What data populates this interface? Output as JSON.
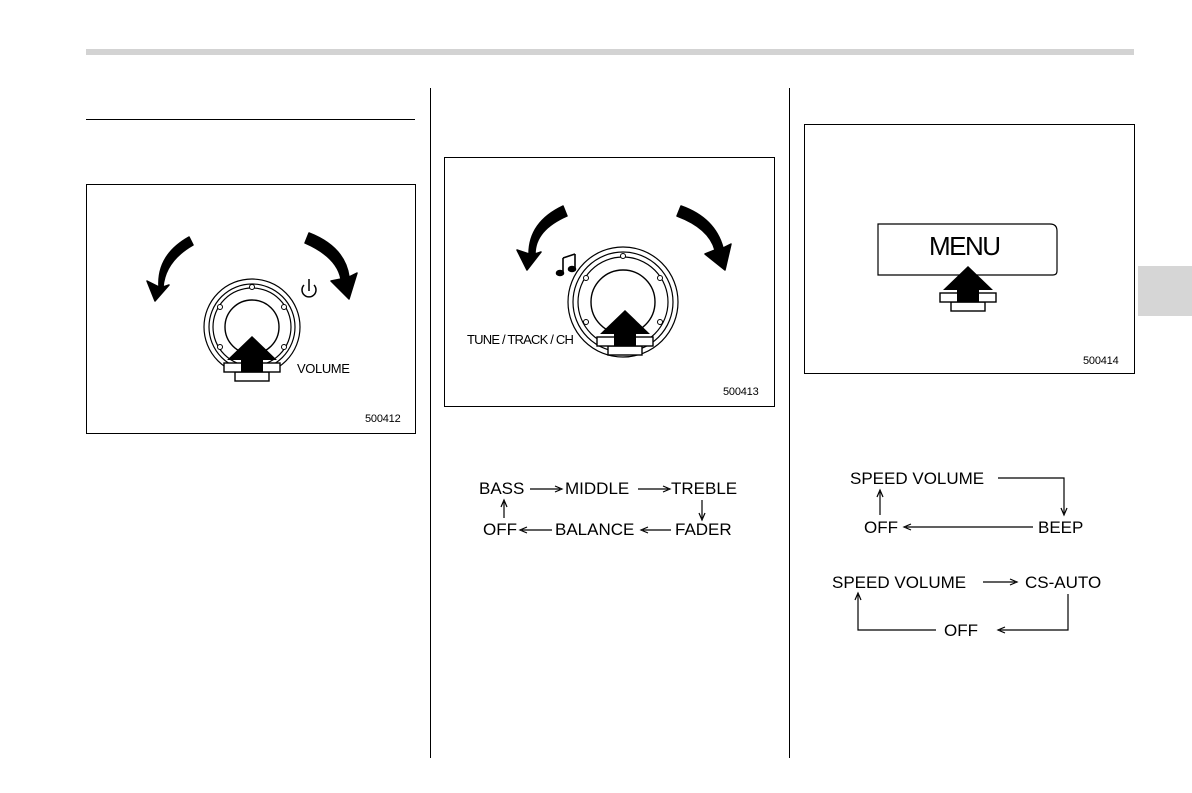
{
  "figures": [
    {
      "code": "500412",
      "labels": {
        "volume": "VOLUME"
      }
    },
    {
      "code": "500413",
      "labels": {
        "tune": "TUNE / TRACK / CH"
      }
    },
    {
      "code": "500414",
      "labels": {
        "menu": "MENU"
      }
    }
  ],
  "sound_cycle": {
    "bass": "BASS",
    "middle": "MIDDLE",
    "treble": "TREBLE",
    "fader": "FADER",
    "balance": "BALANCE",
    "off": "OFF"
  },
  "menu_cycle_a": {
    "speed_volume": "SPEED VOLUME",
    "beep": "BEEP",
    "off": "OFF"
  },
  "menu_cycle_b": {
    "speed_volume": "SPEED VOLUME",
    "cs_auto": "CS-AUTO",
    "off": "OFF"
  }
}
